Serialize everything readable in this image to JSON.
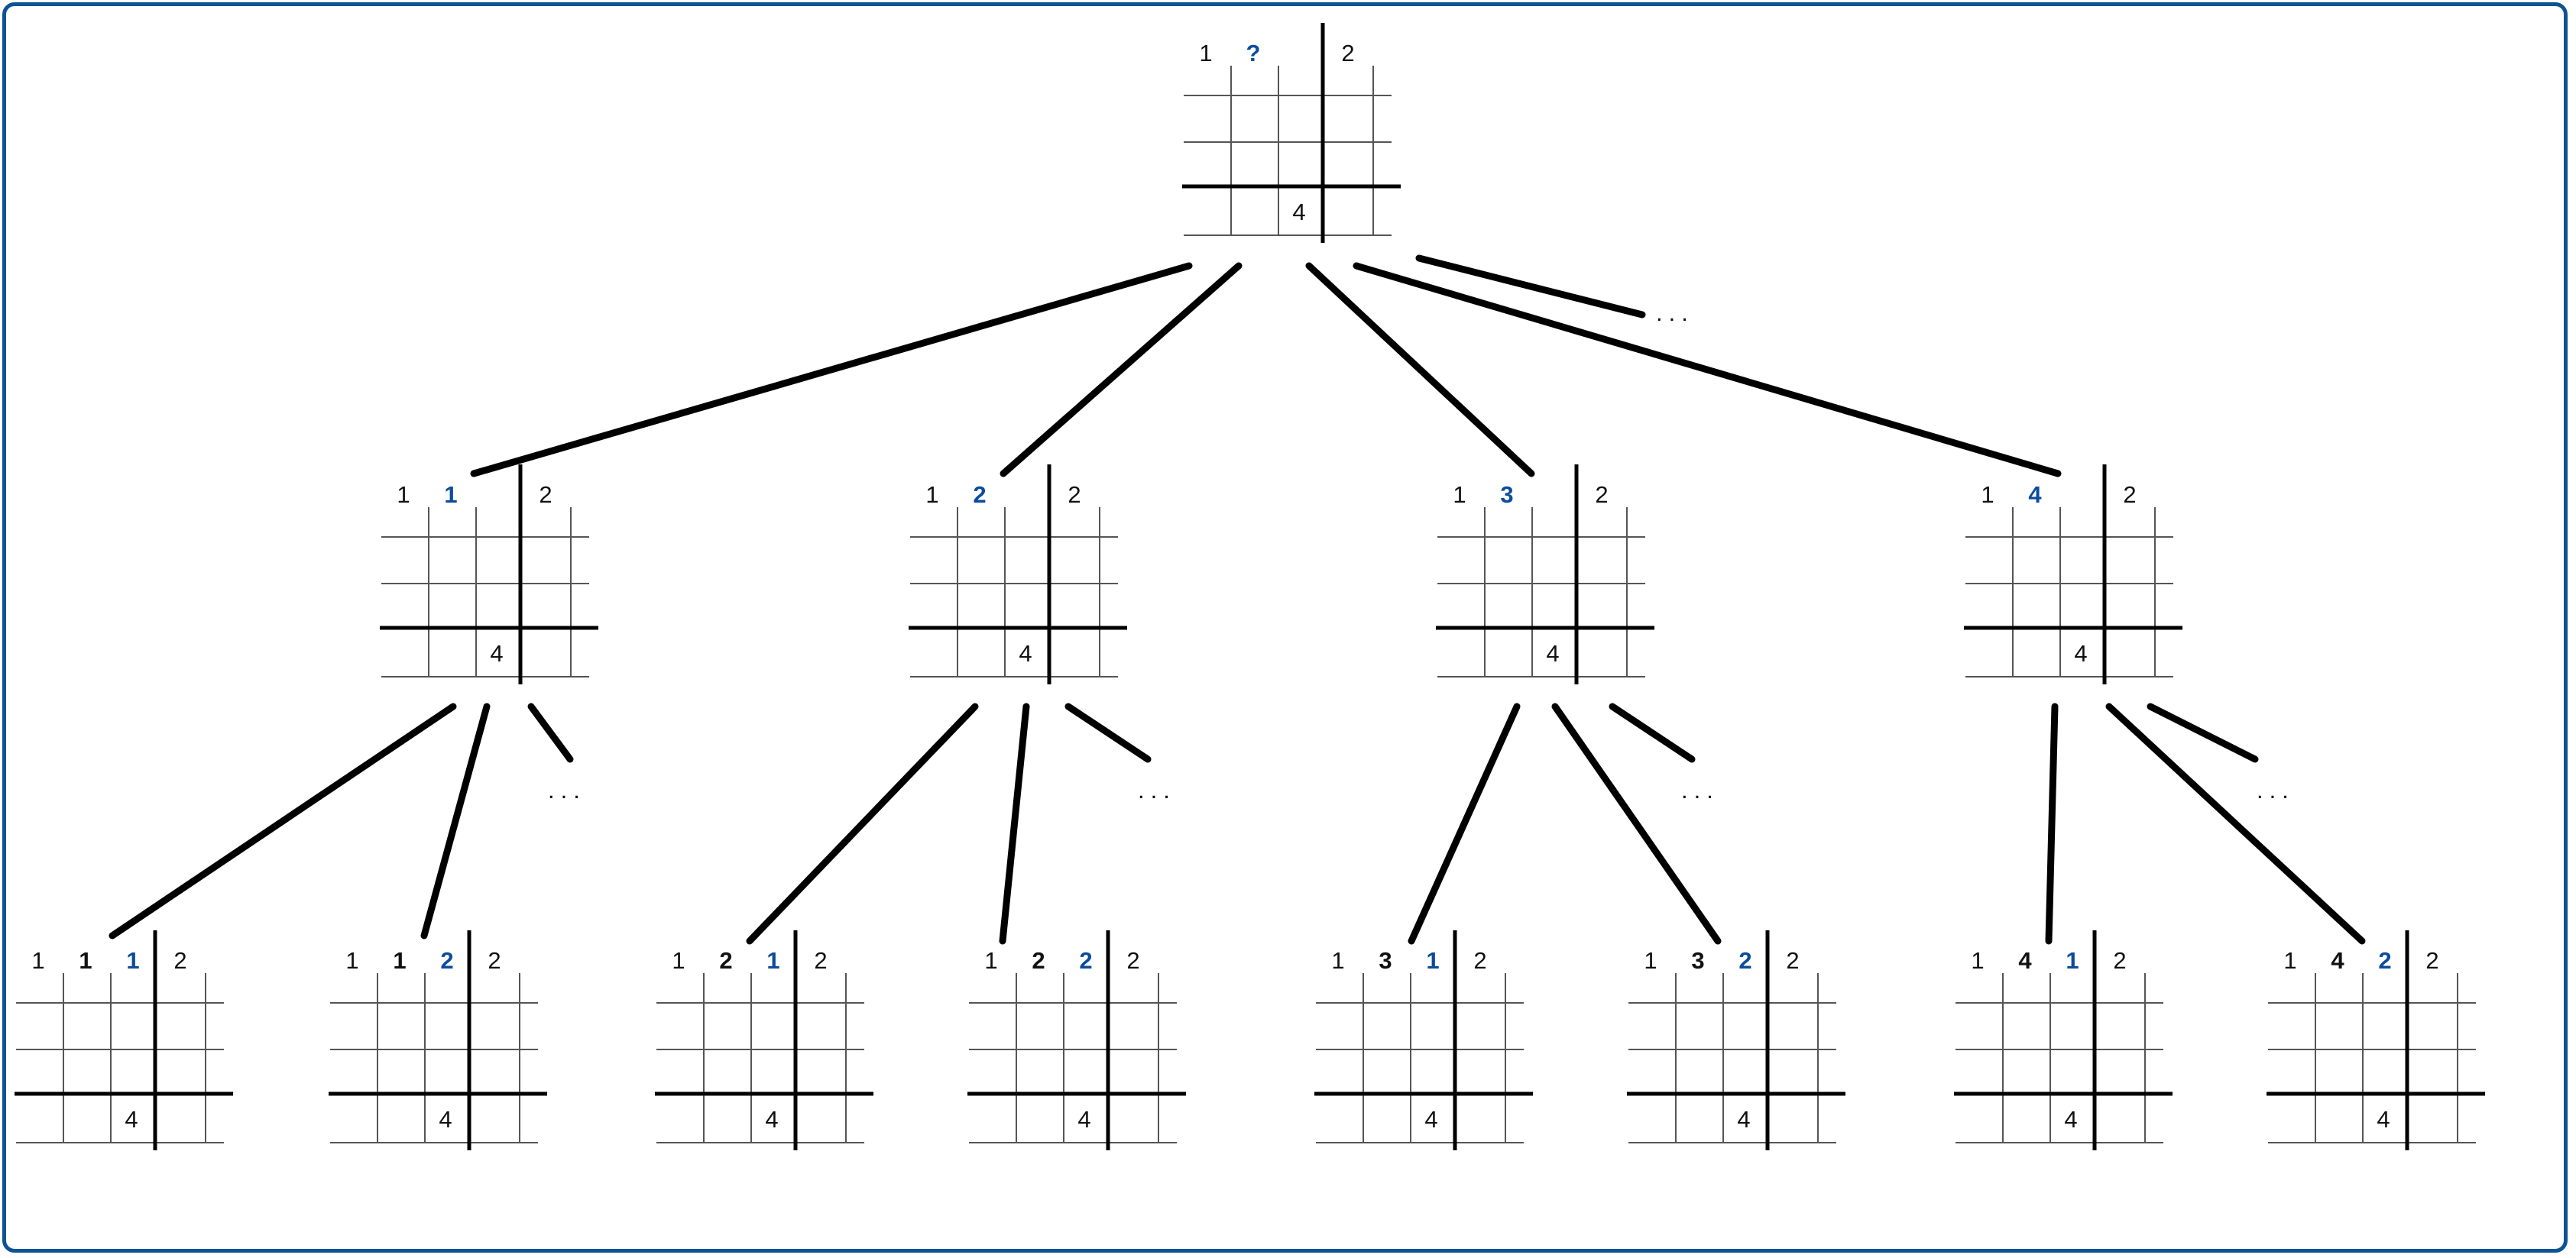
{
  "colors": {
    "frame_border": "#0b5394",
    "highlight": "#0b4c9c",
    "grid_thin": "#555555",
    "grid_thick": "#000000",
    "edge": "#000000"
  },
  "ellipsis": "...",
  "root": {
    "row1": [
      "1",
      "?",
      "",
      "2"
    ],
    "highlight_col": 1,
    "bold_cols": [],
    "bottom_row": [
      "",
      "",
      "4",
      ""
    ]
  },
  "level1": [
    {
      "row1": [
        "1",
        "1",
        "",
        "2"
      ],
      "highlight_col": 1,
      "bold_cols": [],
      "bottom_row": [
        "",
        "",
        "4",
        ""
      ]
    },
    {
      "row1": [
        "1",
        "2",
        "",
        "2"
      ],
      "highlight_col": 1,
      "bold_cols": [],
      "bottom_row": [
        "",
        "",
        "4",
        ""
      ]
    },
    {
      "row1": [
        "1",
        "3",
        "",
        "2"
      ],
      "highlight_col": 1,
      "bold_cols": [],
      "bottom_row": [
        "",
        "",
        "4",
        ""
      ]
    },
    {
      "row1": [
        "1",
        "4",
        "",
        "2"
      ],
      "highlight_col": 1,
      "bold_cols": [],
      "bottom_row": [
        "",
        "",
        "4",
        ""
      ]
    }
  ],
  "level2": [
    {
      "row1": [
        "1",
        "1",
        "1",
        "2"
      ],
      "highlight_col": 2,
      "bold_cols": [
        1
      ],
      "bottom_row": [
        "",
        "",
        "4",
        ""
      ]
    },
    {
      "row1": [
        "1",
        "1",
        "2",
        "2"
      ],
      "highlight_col": 2,
      "bold_cols": [
        1
      ],
      "bottom_row": [
        "",
        "",
        "4",
        ""
      ]
    },
    {
      "row1": [
        "1",
        "2",
        "1",
        "2"
      ],
      "highlight_col": 2,
      "bold_cols": [
        1
      ],
      "bottom_row": [
        "",
        "",
        "4",
        ""
      ]
    },
    {
      "row1": [
        "1",
        "2",
        "2",
        "2"
      ],
      "highlight_col": 2,
      "bold_cols": [
        1
      ],
      "bottom_row": [
        "",
        "",
        "4",
        ""
      ]
    },
    {
      "row1": [
        "1",
        "3",
        "1",
        "2"
      ],
      "highlight_col": 2,
      "bold_cols": [
        1
      ],
      "bottom_row": [
        "",
        "",
        "4",
        ""
      ]
    },
    {
      "row1": [
        "1",
        "3",
        "2",
        "2"
      ],
      "highlight_col": 2,
      "bold_cols": [
        1
      ],
      "bottom_row": [
        "",
        "",
        "4",
        ""
      ]
    },
    {
      "row1": [
        "1",
        "4",
        "1",
        "2"
      ],
      "highlight_col": 2,
      "bold_cols": [
        1
      ],
      "bottom_row": [
        "",
        "",
        "4",
        ""
      ]
    },
    {
      "row1": [
        "1",
        "4",
        "2",
        "2"
      ],
      "highlight_col": 2,
      "bold_cols": [
        1
      ],
      "bottom_row": [
        "",
        "",
        "4",
        ""
      ]
    }
  ]
}
